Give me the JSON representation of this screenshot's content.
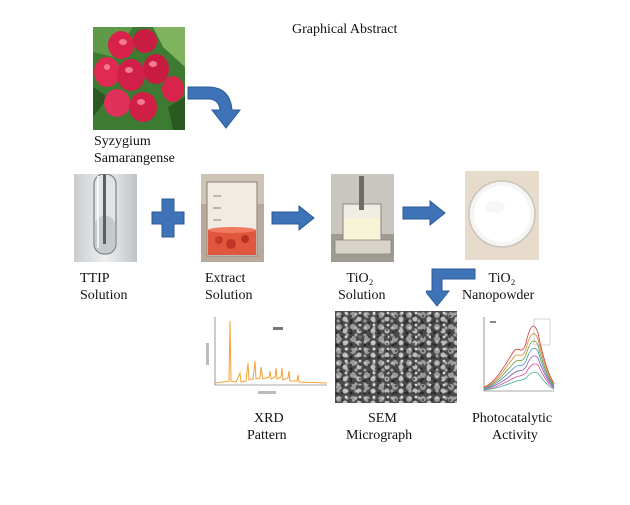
{
  "title": "Graphical Abstract",
  "labels": {
    "plant_line1": "Syzygium",
    "plant_line2": "Samarangense",
    "ttip_line1": "TTIP",
    "ttip_line2": "Solution",
    "extract_line1": "Extract",
    "extract_line2": "Solution",
    "tio2sol_line1": "TiO₂",
    "tio2sol_line2": "Solution",
    "tio2np_line1": "TiO₂",
    "tio2np_line2": "Nanopowder",
    "xrd_line1": "XRD",
    "xrd_line2": "Pattern",
    "sem_line1": "SEM",
    "sem_line2": "Micrograph",
    "photo_line1": "Photocatalytic",
    "photo_line2": "Activity"
  },
  "colors": {
    "arrow_fill": "#3f73b8",
    "arrow_stroke": "#2b5a98",
    "xrd_line": "#f2a33a",
    "fruit": "#d9214a",
    "leaf": "#2f6d2b",
    "extract": "#e0563e"
  },
  "icons": {
    "plus": "plus-icon",
    "arrow": "right-arrow-icon",
    "curved_arrow": "curved-arrow-icon"
  }
}
